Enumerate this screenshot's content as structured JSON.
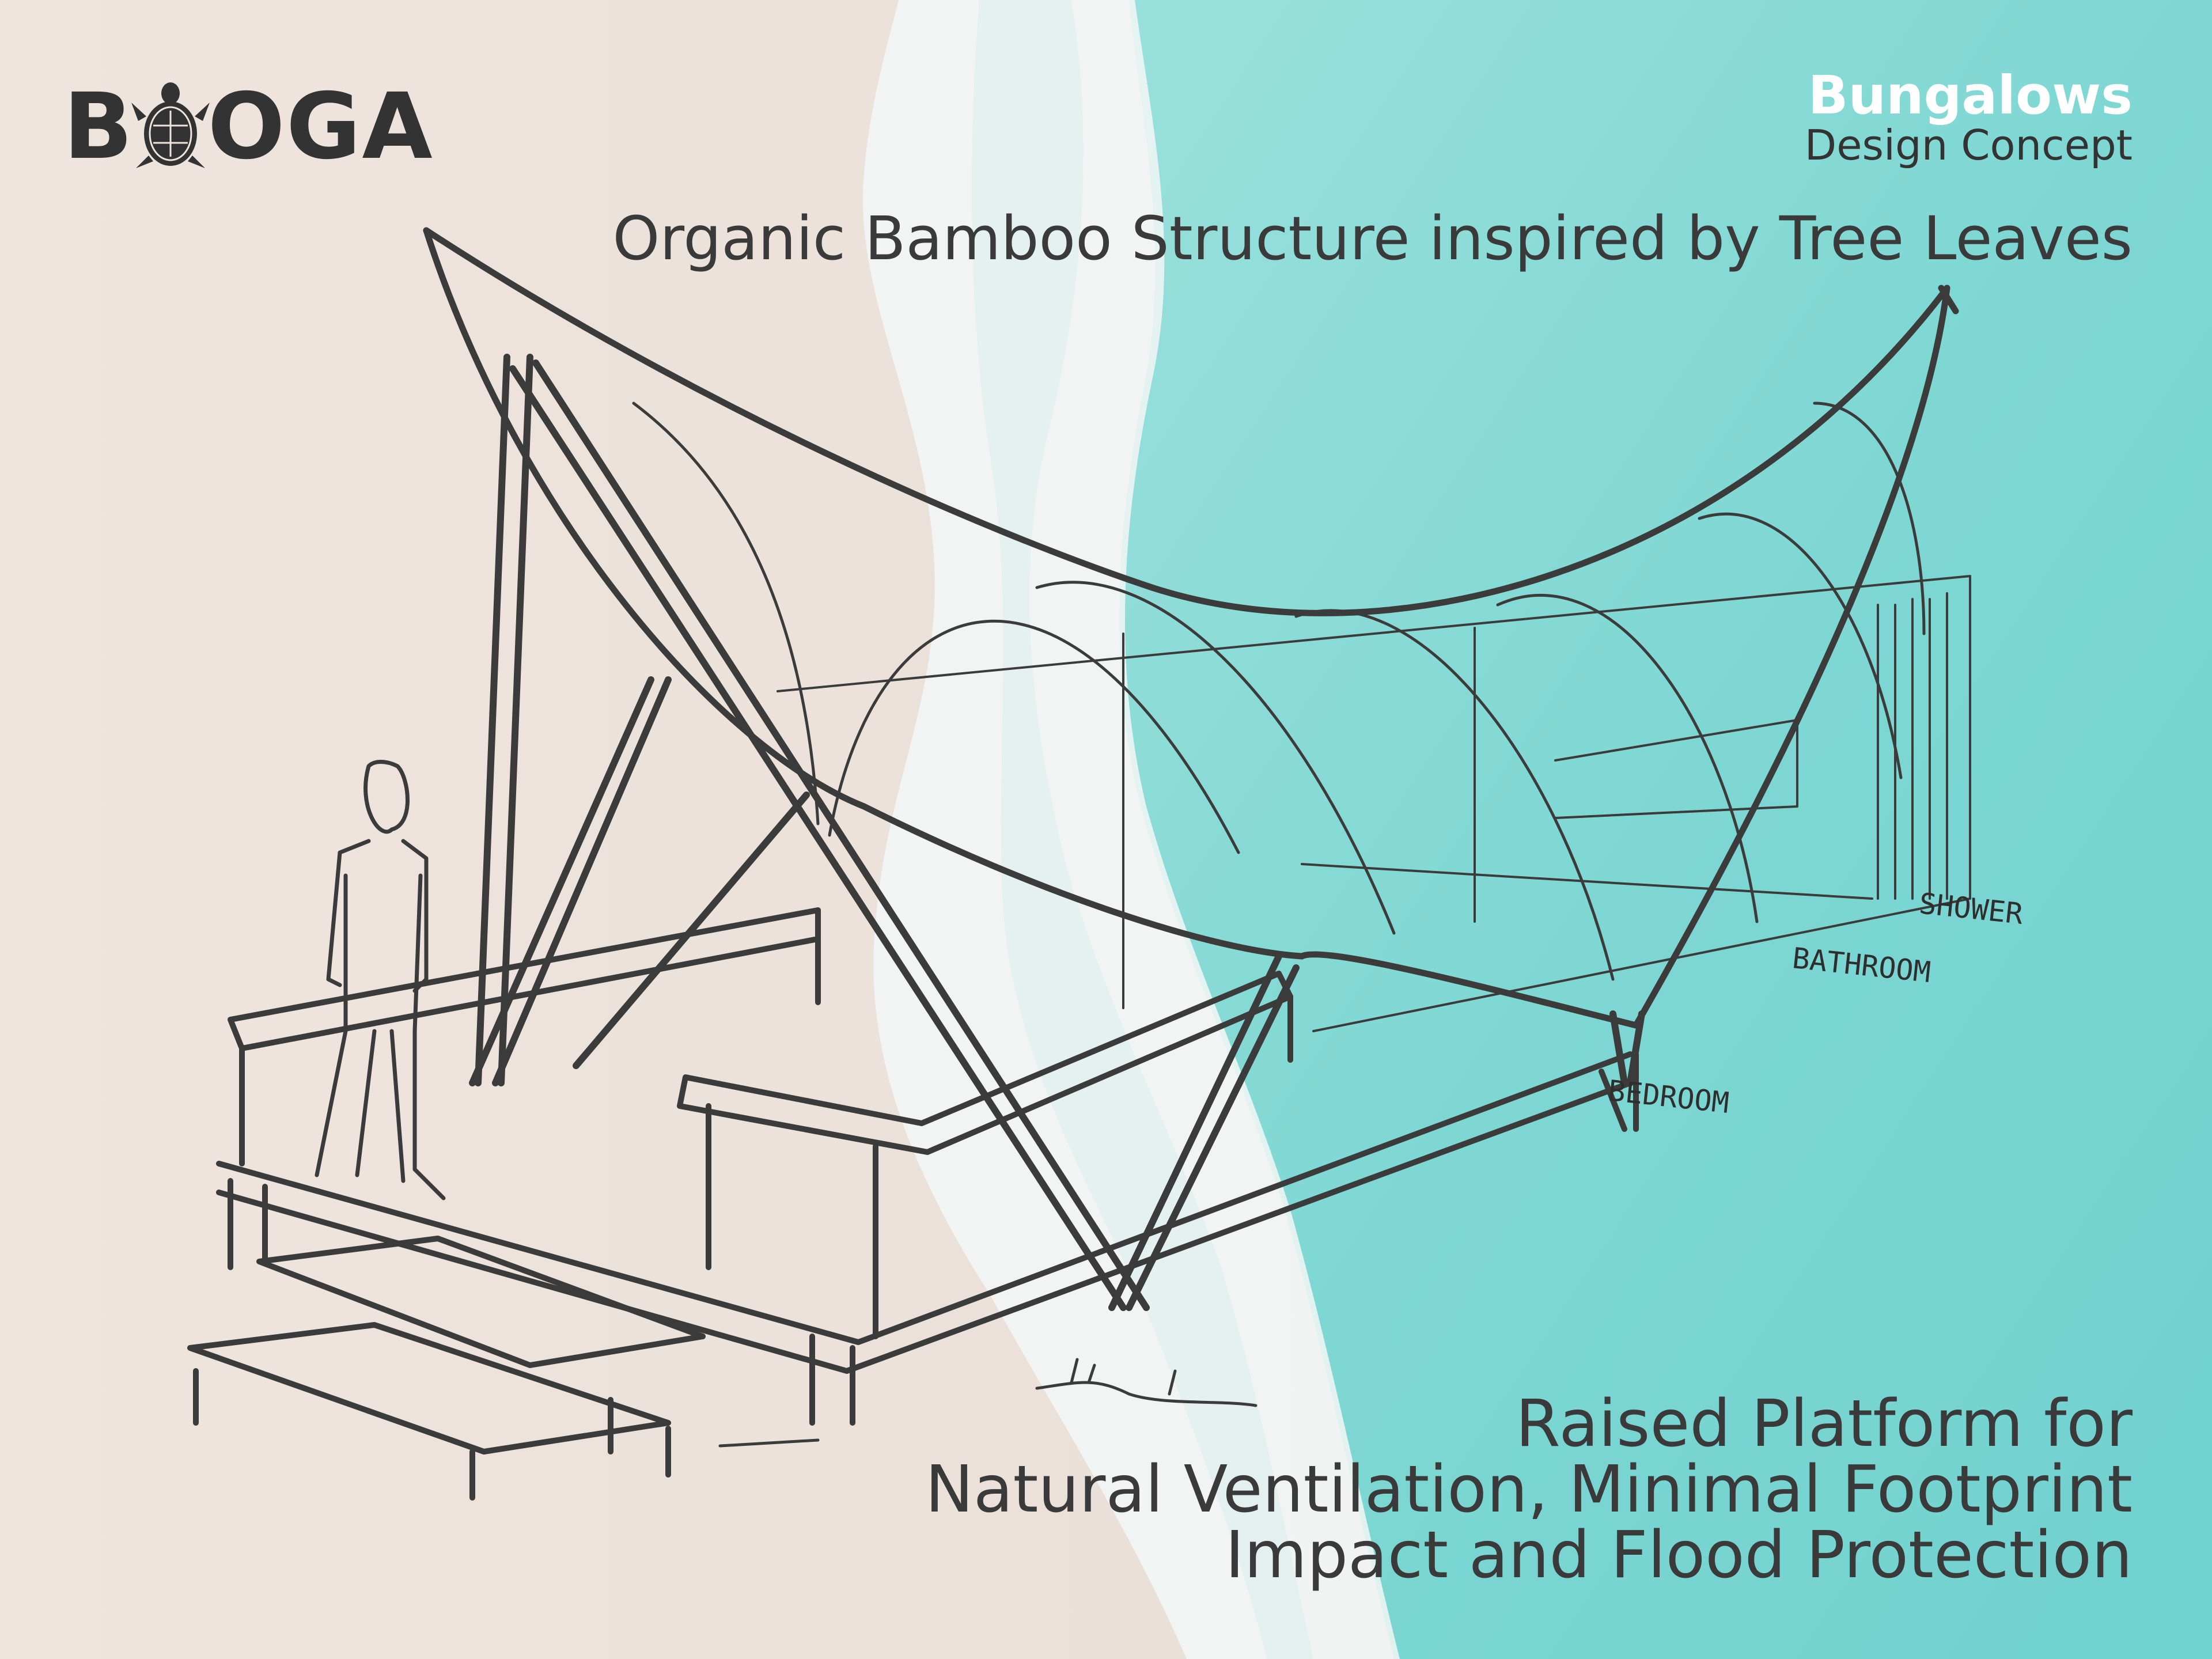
{
  "logo": {
    "text_before": "B",
    "text_after": "OGA",
    "icon": "turtle-icon"
  },
  "title": "Bungalows",
  "subtitle": "Design Concept",
  "headline": "Organic Bamboo Structure inspired by Tree Leaves",
  "bottom_lines": [
    "Raised Platform for",
    "Natural Ventilation, Minimal Footprint",
    "Impact and Flood Protection"
  ],
  "sketch_labels": {
    "shower": "SHOWER",
    "bathroom": "BATHROOM",
    "bedroom": "BEDROOM"
  },
  "colors": {
    "sand": "#ebe0da",
    "sea": "#7fd6d3",
    "foam": "#eef6f5",
    "ink": "#333333",
    "title": "#ffffff"
  }
}
